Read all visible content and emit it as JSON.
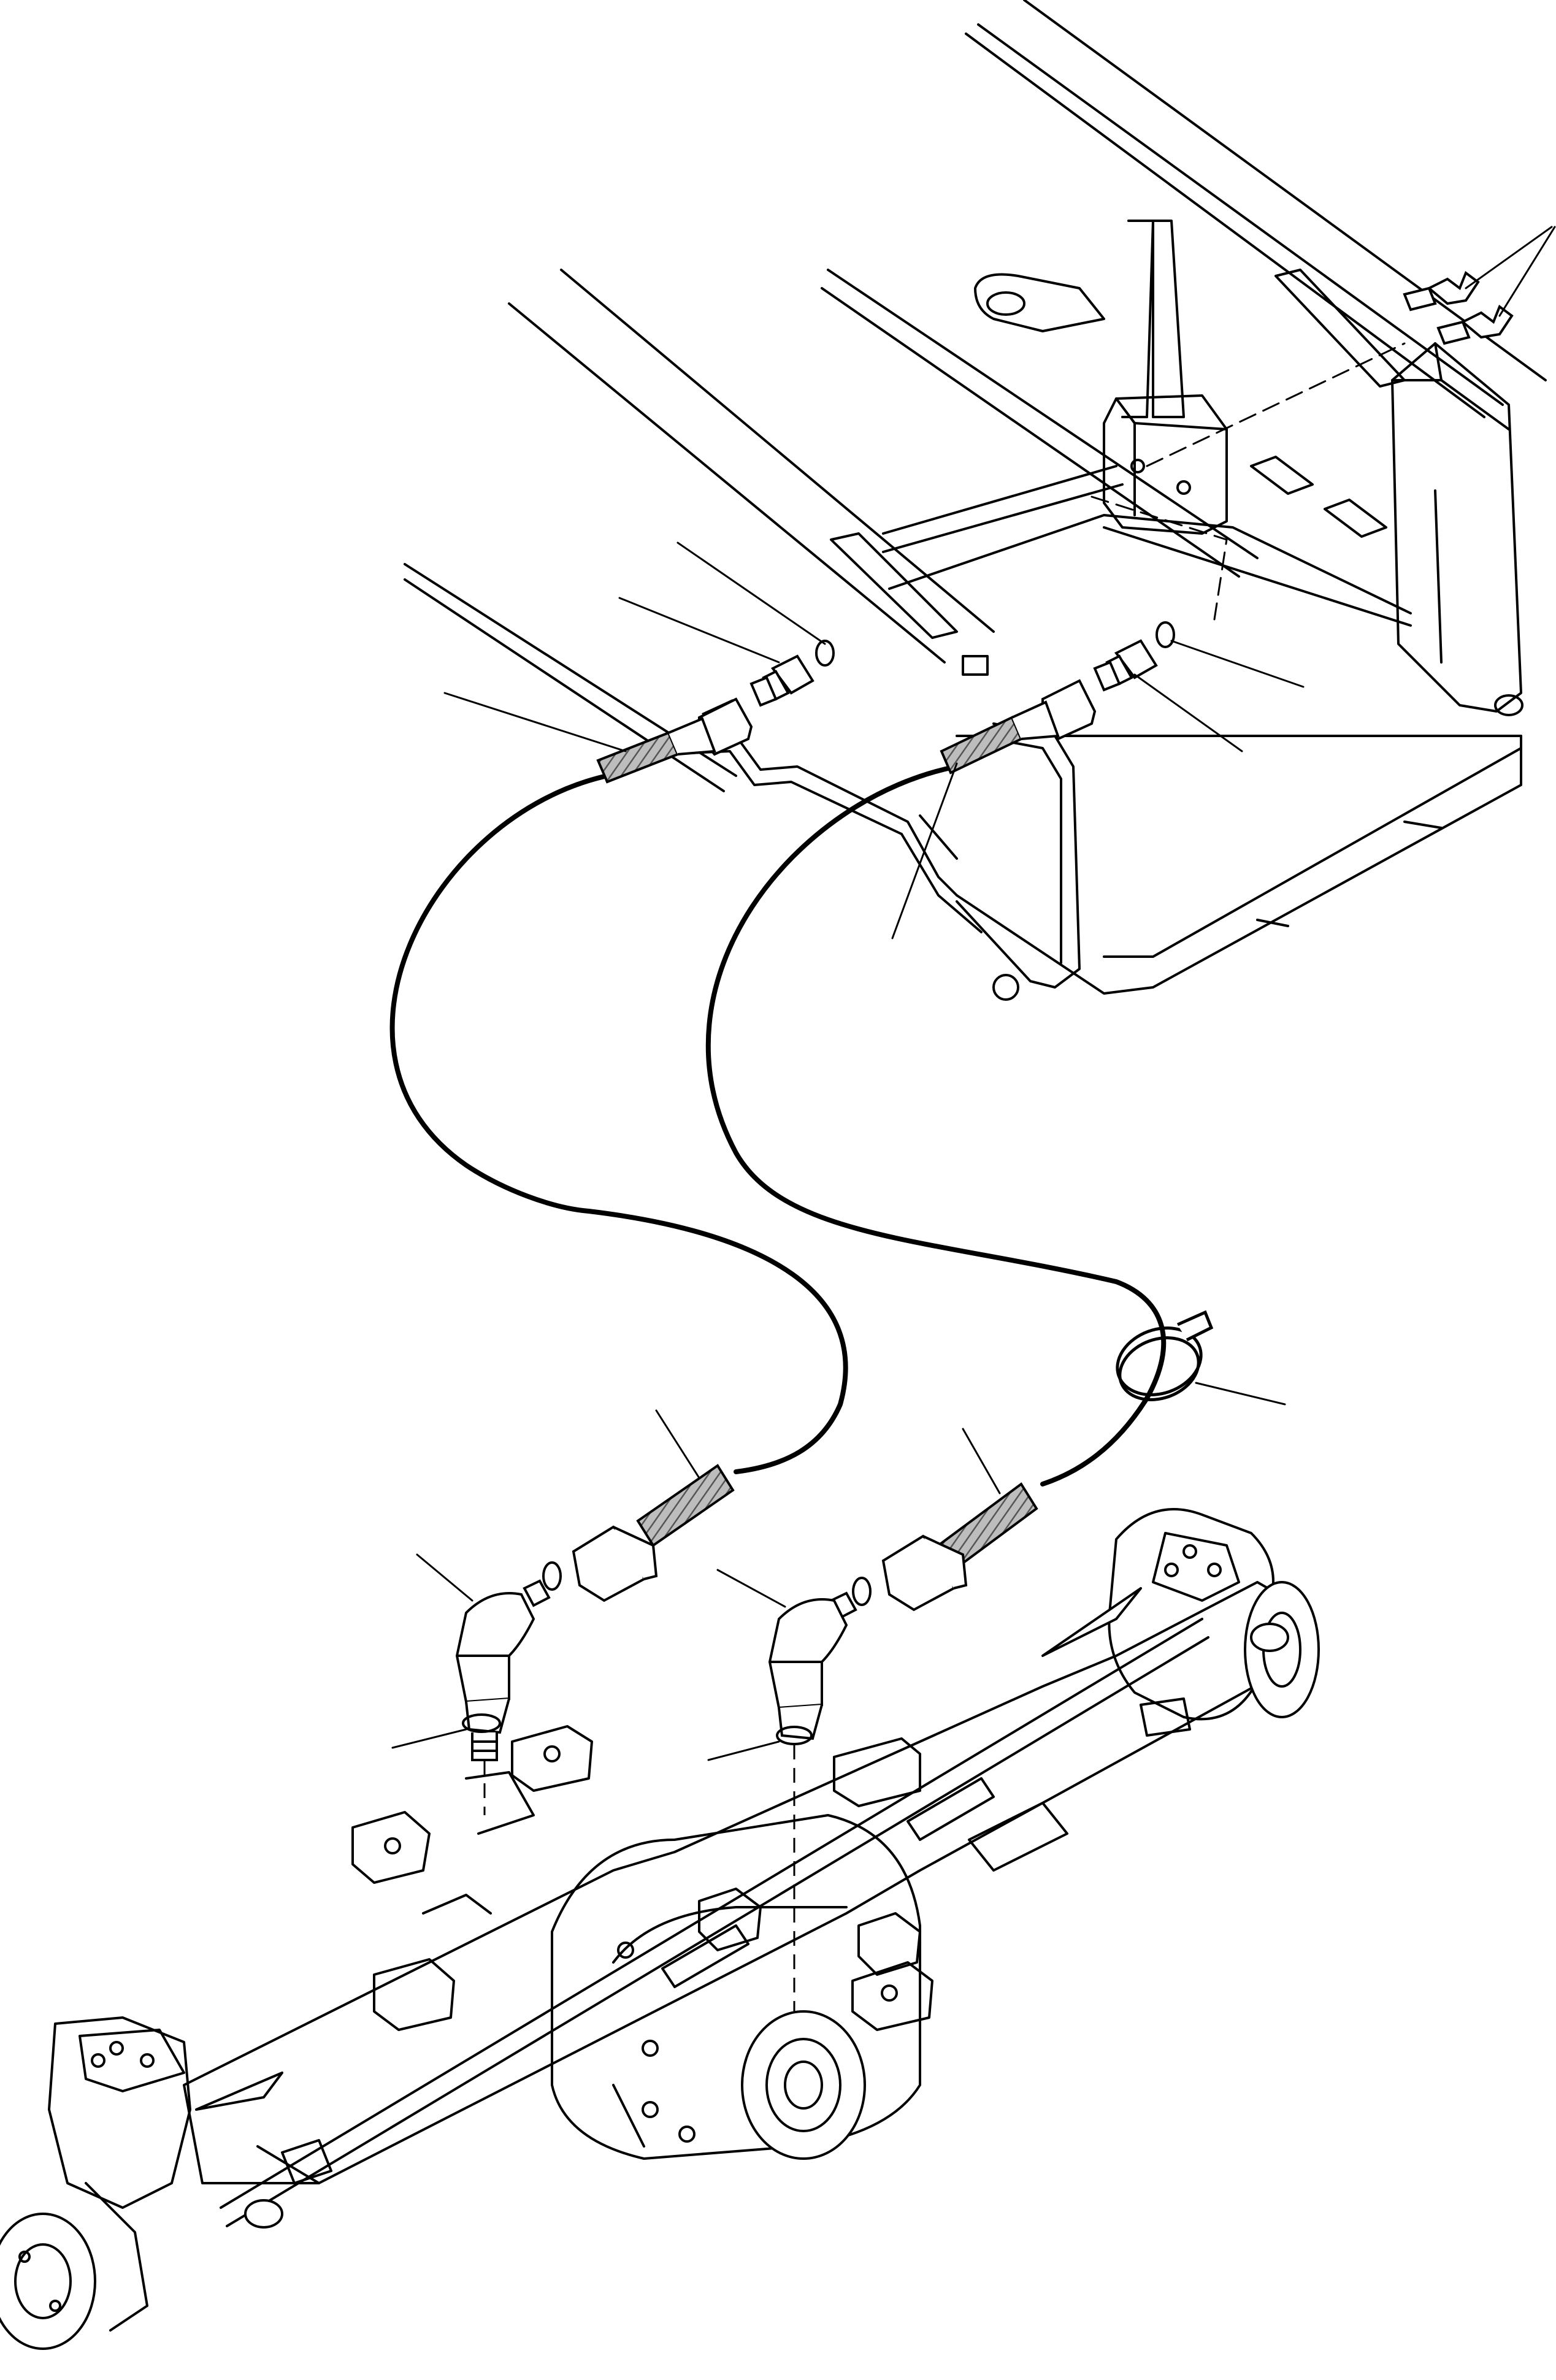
{
  "colors": {
    "background": "#ffffff",
    "ink": "#000000",
    "hose_fill": "#9a9a9a",
    "hatch": "#555555"
  },
  "leaders": [
    {
      "id": "breather-pair",
      "label": ""
    },
    {
      "id": "front-washer-left",
      "label": ""
    },
    {
      "id": "front-adapter-left",
      "label": ""
    },
    {
      "id": "front-hose-end-left",
      "label": ""
    },
    {
      "id": "front-washer-right",
      "label": ""
    },
    {
      "id": "front-adapter-right",
      "label": ""
    },
    {
      "id": "front-hose-end-right",
      "label": ""
    },
    {
      "id": "hose-clamp",
      "label": ""
    },
    {
      "id": "rear-hose-end-left",
      "label": ""
    },
    {
      "id": "rear-hose-end-right",
      "label": ""
    },
    {
      "id": "elbow-left",
      "label": ""
    },
    {
      "id": "elbow-right",
      "label": ""
    },
    {
      "id": "seal-washer-left",
      "label": ""
    },
    {
      "id": "seal-washer-right",
      "label": ""
    }
  ]
}
